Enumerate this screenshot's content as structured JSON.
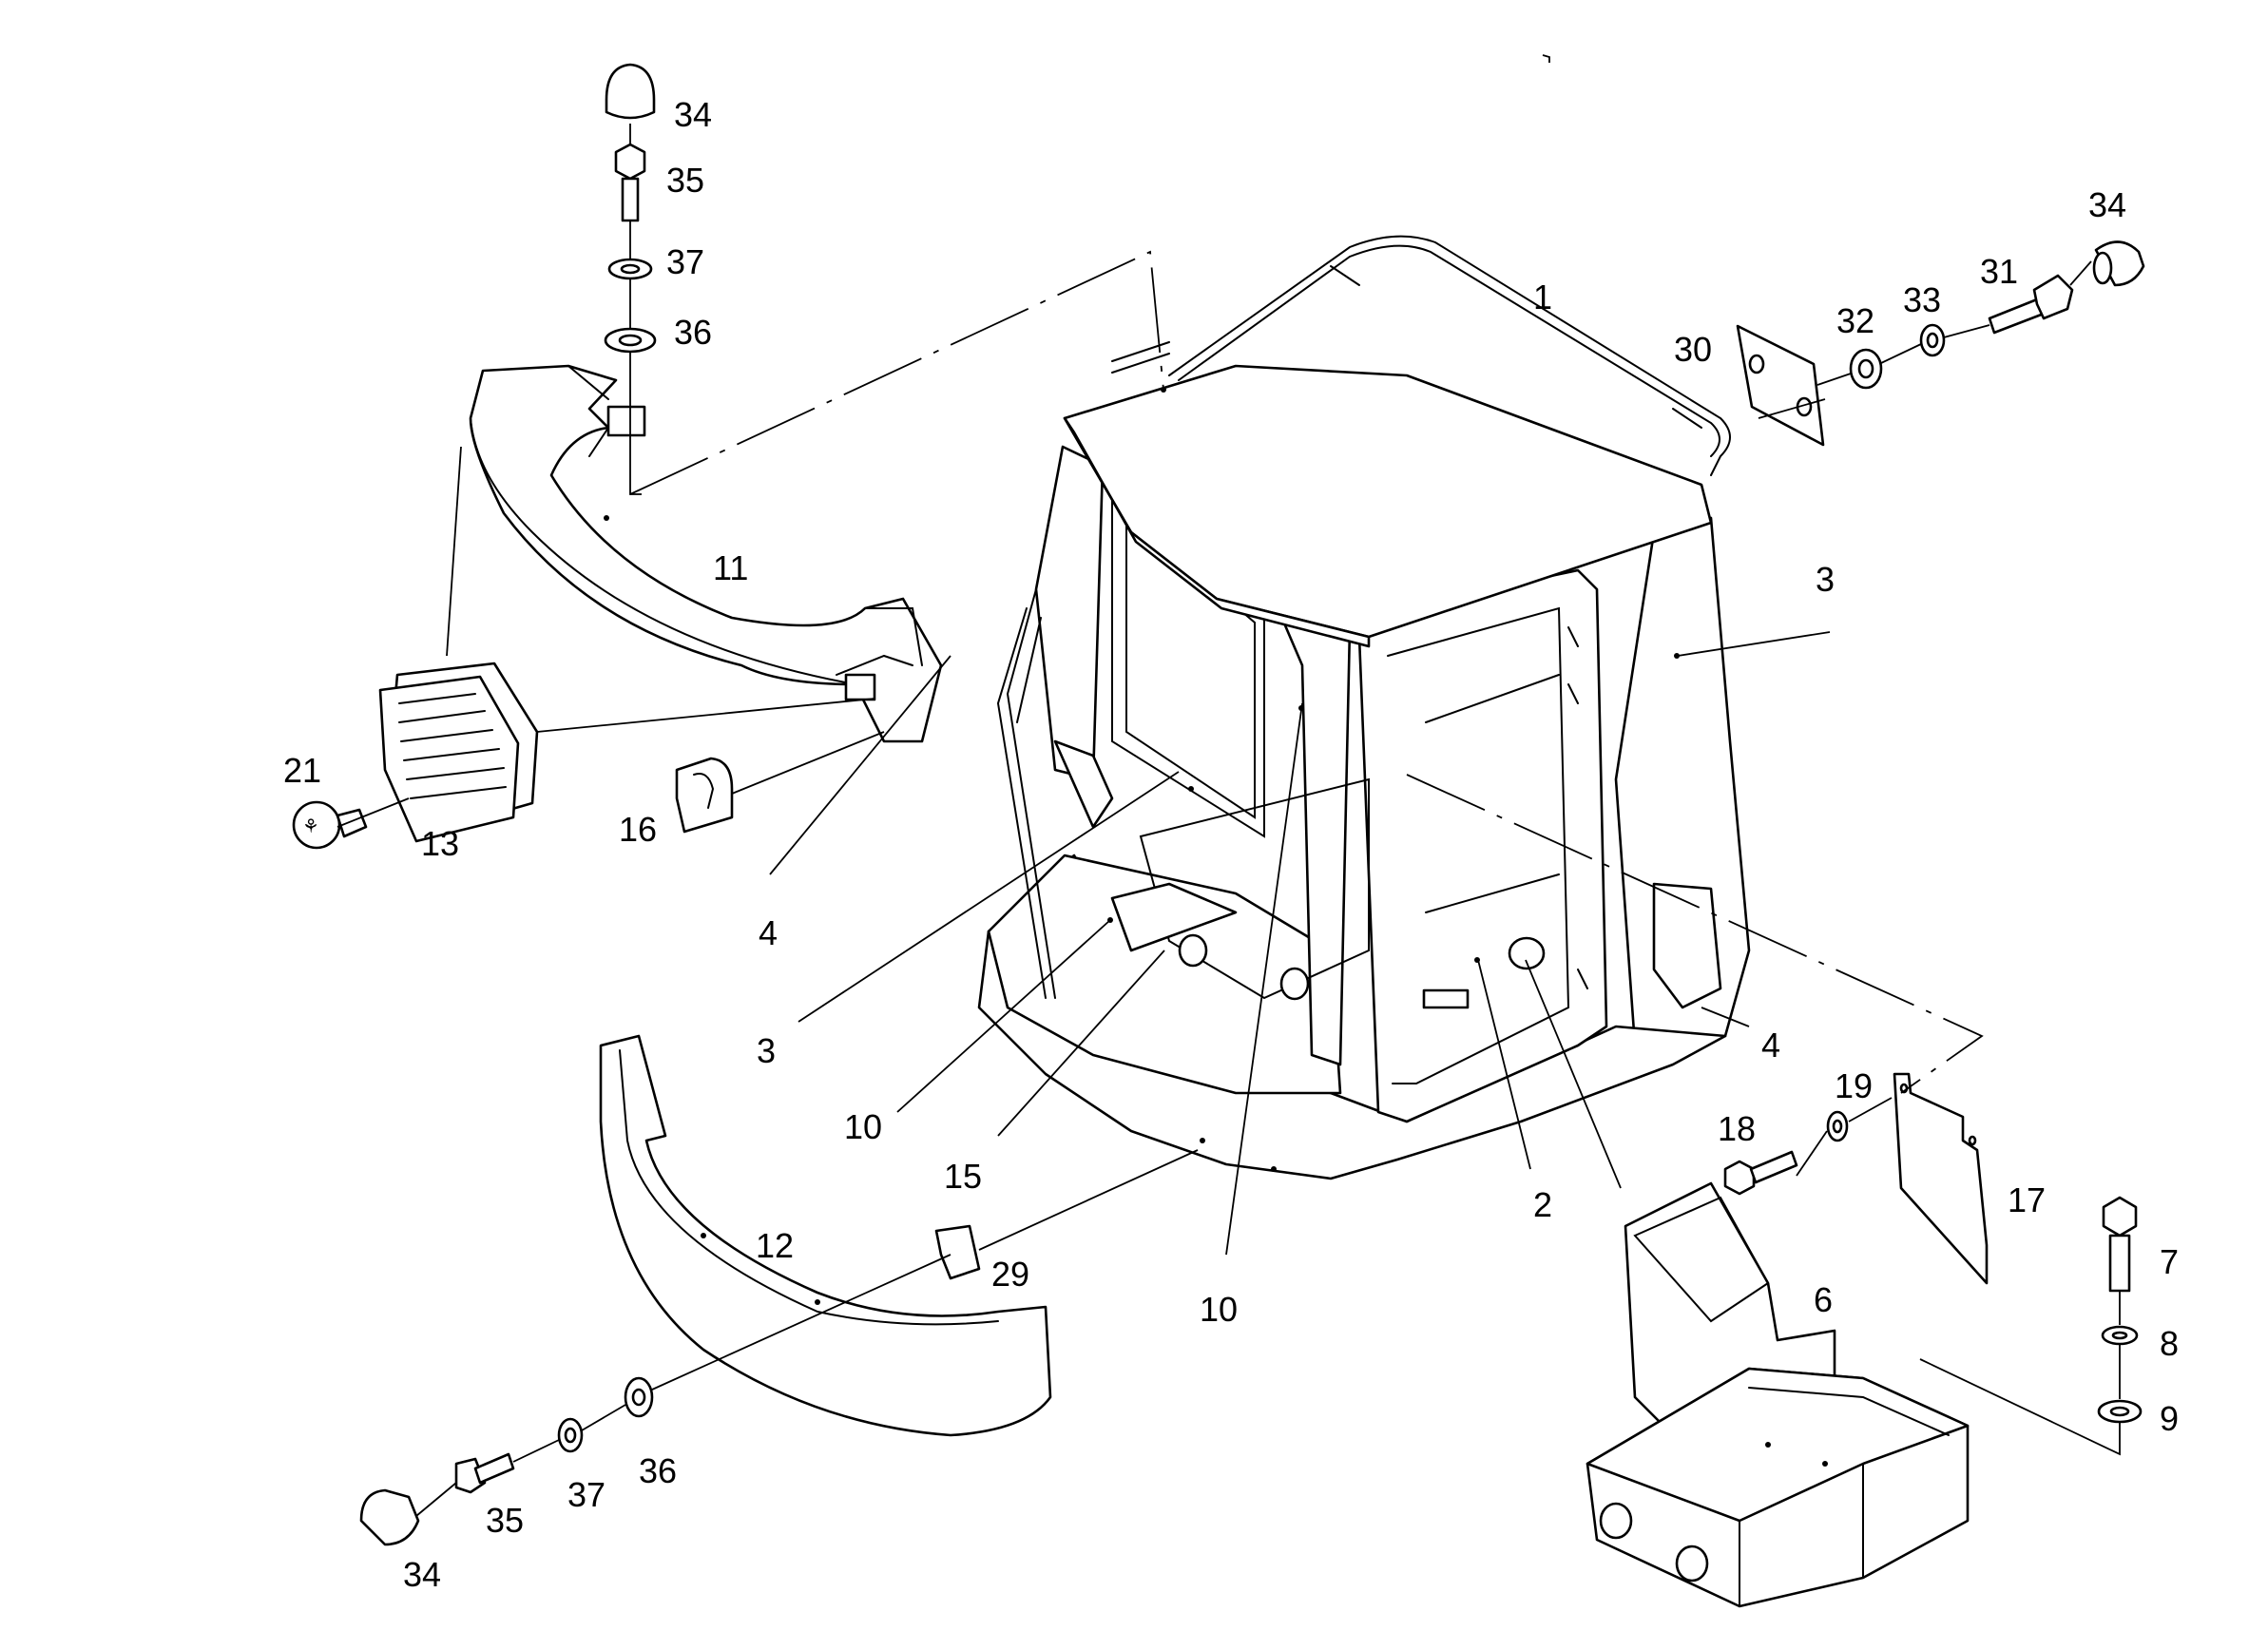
{
  "colors": {
    "line": "#000000",
    "background": "#ffffff"
  },
  "callouts": {
    "c1": "1",
    "c2": "2",
    "c3a": "3",
    "c3b": "3",
    "c4a": "4",
    "c4b": "4",
    "c6": "6",
    "c7": "7",
    "c8": "8",
    "c9": "9",
    "c10a": "10",
    "c10b": "10",
    "c11": "11",
    "c12": "12",
    "c13": "13",
    "c15": "15",
    "c16": "16",
    "c17": "17",
    "c18": "18",
    "c19": "19",
    "c21": "21",
    "c29": "29",
    "c30": "30",
    "c31": "31",
    "c32": "32",
    "c33": "33",
    "c34a": "34",
    "c34b": "34",
    "c34c": "34",
    "c35a": "35",
    "c35b": "35",
    "c36a": "36",
    "c36b": "36",
    "c37a": "37",
    "c37b": "37"
  }
}
